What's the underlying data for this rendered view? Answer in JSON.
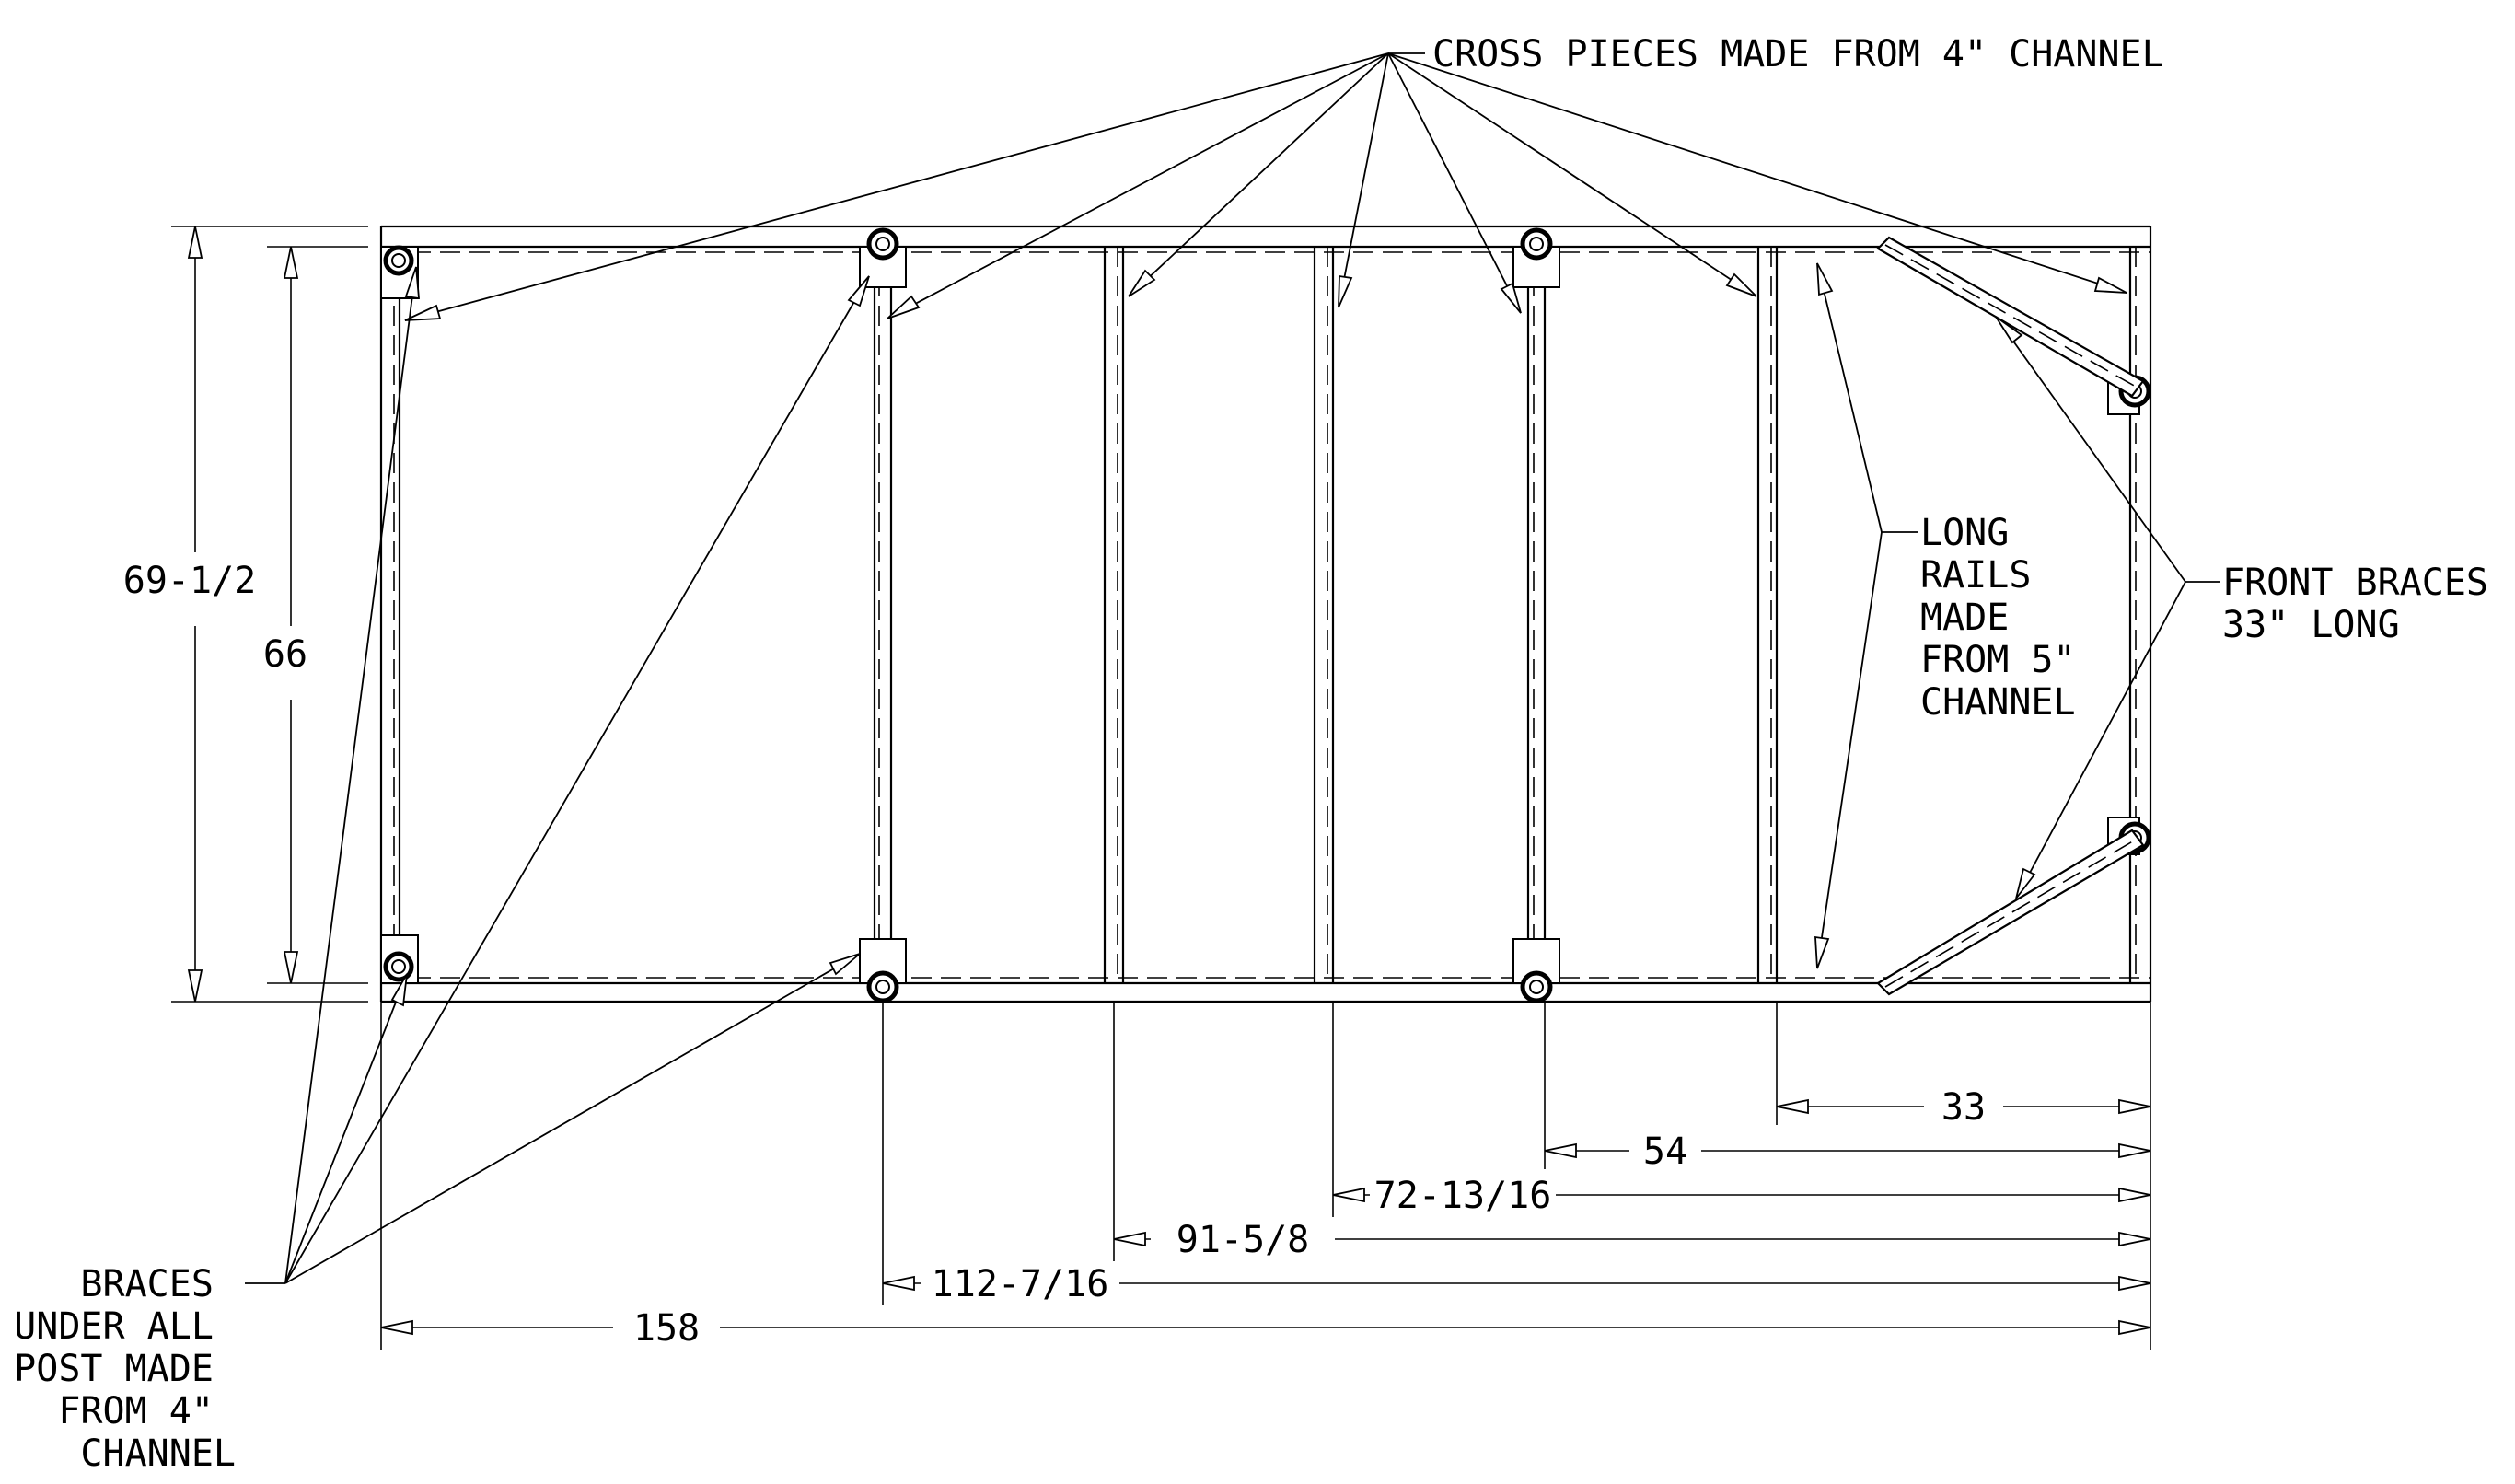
{
  "labels": {
    "cross_pieces": "CROSS PIECES MADE FROM 4\" CHANNEL",
    "long_rails": [
      "LONG",
      "RAILS",
      "MADE",
      "FROM 5\"",
      "CHANNEL"
    ],
    "front_braces": [
      "FRONT BRACES",
      "33\" LONG"
    ],
    "braces_under": [
      "BRACES",
      "UNDER ALL",
      "POST MADE",
      "FROM 4\"",
      "CHANNEL"
    ]
  },
  "dimensions": {
    "overall_width": "69-1/2",
    "inner_width": "66",
    "d33": "33",
    "d54": "54",
    "d72": "72-13/16",
    "d91": "91-5/8",
    "d112": "112-7/16",
    "d158": "158"
  },
  "icons": {
    "bolt": "bolt-post-icon",
    "arrowhead": "arrowhead-icon"
  }
}
